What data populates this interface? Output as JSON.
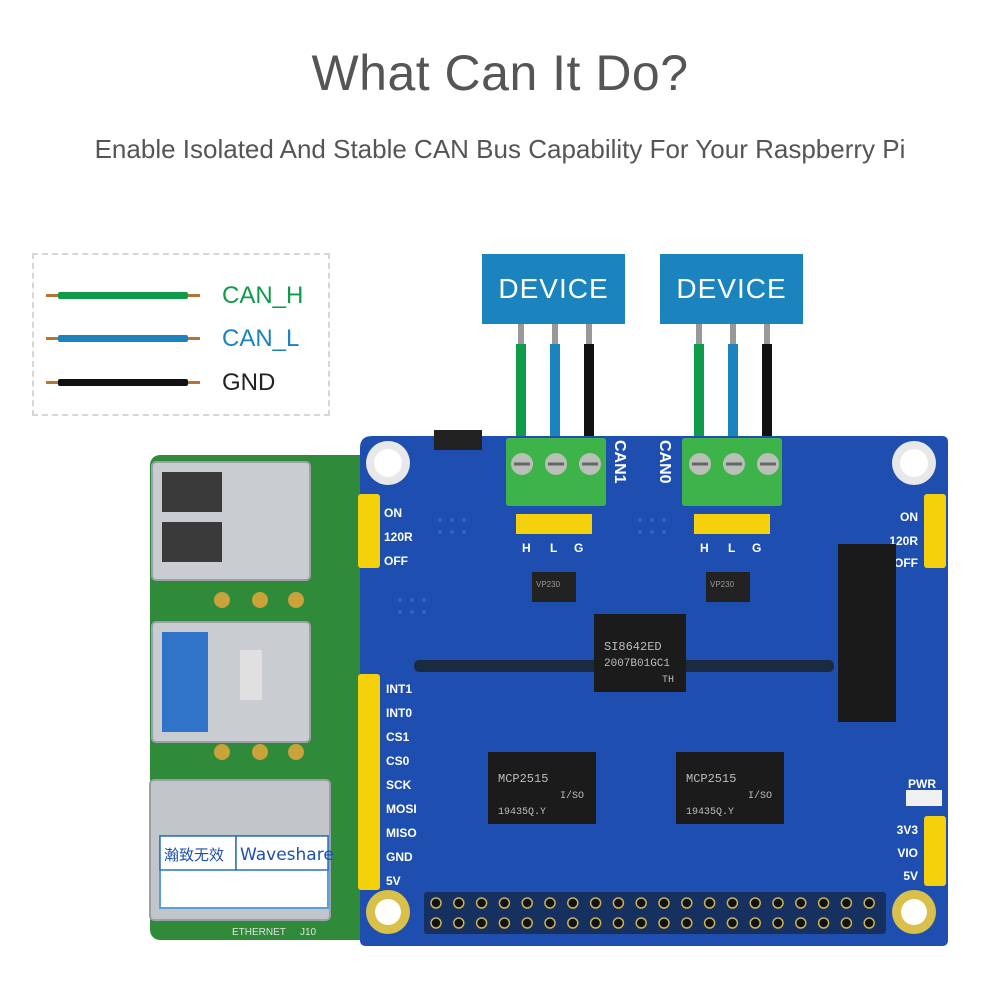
{
  "title": "What Can It Do?",
  "subtitle": "Enable Isolated And Stable CAN Bus Capability For Your Raspberry Pi",
  "legend": [
    {
      "label": "CAN_H",
      "color": "#0f9b4a",
      "text_color": "#0f9b4a"
    },
    {
      "label": "CAN_L",
      "color": "#1b84be",
      "text_color": "#1b84be"
    },
    {
      "label": "GND",
      "color": "#111111",
      "text_color": "#222222"
    }
  ],
  "devices": [
    "DEVICE",
    "DEVICE"
  ],
  "board": {
    "can1_label": "CAN1",
    "can0_label": "CAN0",
    "hlg": [
      "H",
      "L",
      "G"
    ],
    "jumper_left": [
      "ON",
      "120R",
      "OFF"
    ],
    "jumper_right": [
      "ON",
      "120R",
      "OFF"
    ],
    "pins": [
      "INT1",
      "INT0",
      "CS1",
      "CS0",
      "SCK",
      "MOSI",
      "MISO",
      "GND",
      "5V"
    ],
    "pwr_label": "PWR",
    "voltage": [
      "3V3",
      "VIO",
      "5V"
    ],
    "isolator_chip": [
      "SI8642ED",
      "2007B01GC1",
      "TH"
    ],
    "can_chip": [
      "MCP2515",
      "I/SO",
      "19435Q.Y"
    ],
    "small_chip": "VP230",
    "brand_cn": "瀚致无效",
    "brand": "Waveshare",
    "ethernet": "ETHERNET",
    "j10": "J10"
  },
  "colors": {
    "board_blue": "#1e4fb0",
    "pi_green": "#2f8a3a",
    "terminal_green": "#3db34a",
    "jumper_yellow": "#f5d10c"
  }
}
